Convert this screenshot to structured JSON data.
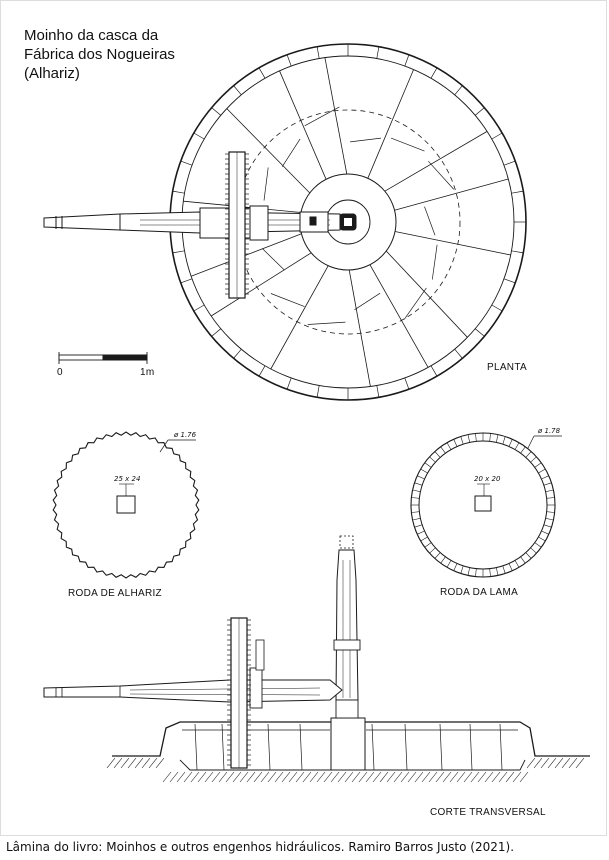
{
  "title": {
    "line1": "Moinho da casca da",
    "line2": "Fábrica dos Nogueiras",
    "line3": "(Alhariz)"
  },
  "scale_bar": {
    "start_label": "0",
    "end_label": "1m"
  },
  "labels": {
    "plan": "PLANTA",
    "wheel_alhariz": "RODA  DE  ALHARIZ",
    "wheel_lama": "RODA  DA  LAMA",
    "section": "CORTE TRANSVERSAL"
  },
  "dimensions": {
    "alhariz_diameter": "ø 1.76",
    "alhariz_hole": "25 x 24",
    "lama_diameter": "ø 1.78",
    "lama_hole": "20 x 20"
  },
  "caption": "Lâmina do livro: Moinhos e outros engenhos hidráulicos. Ramiro Barros Justo (2021)."
}
